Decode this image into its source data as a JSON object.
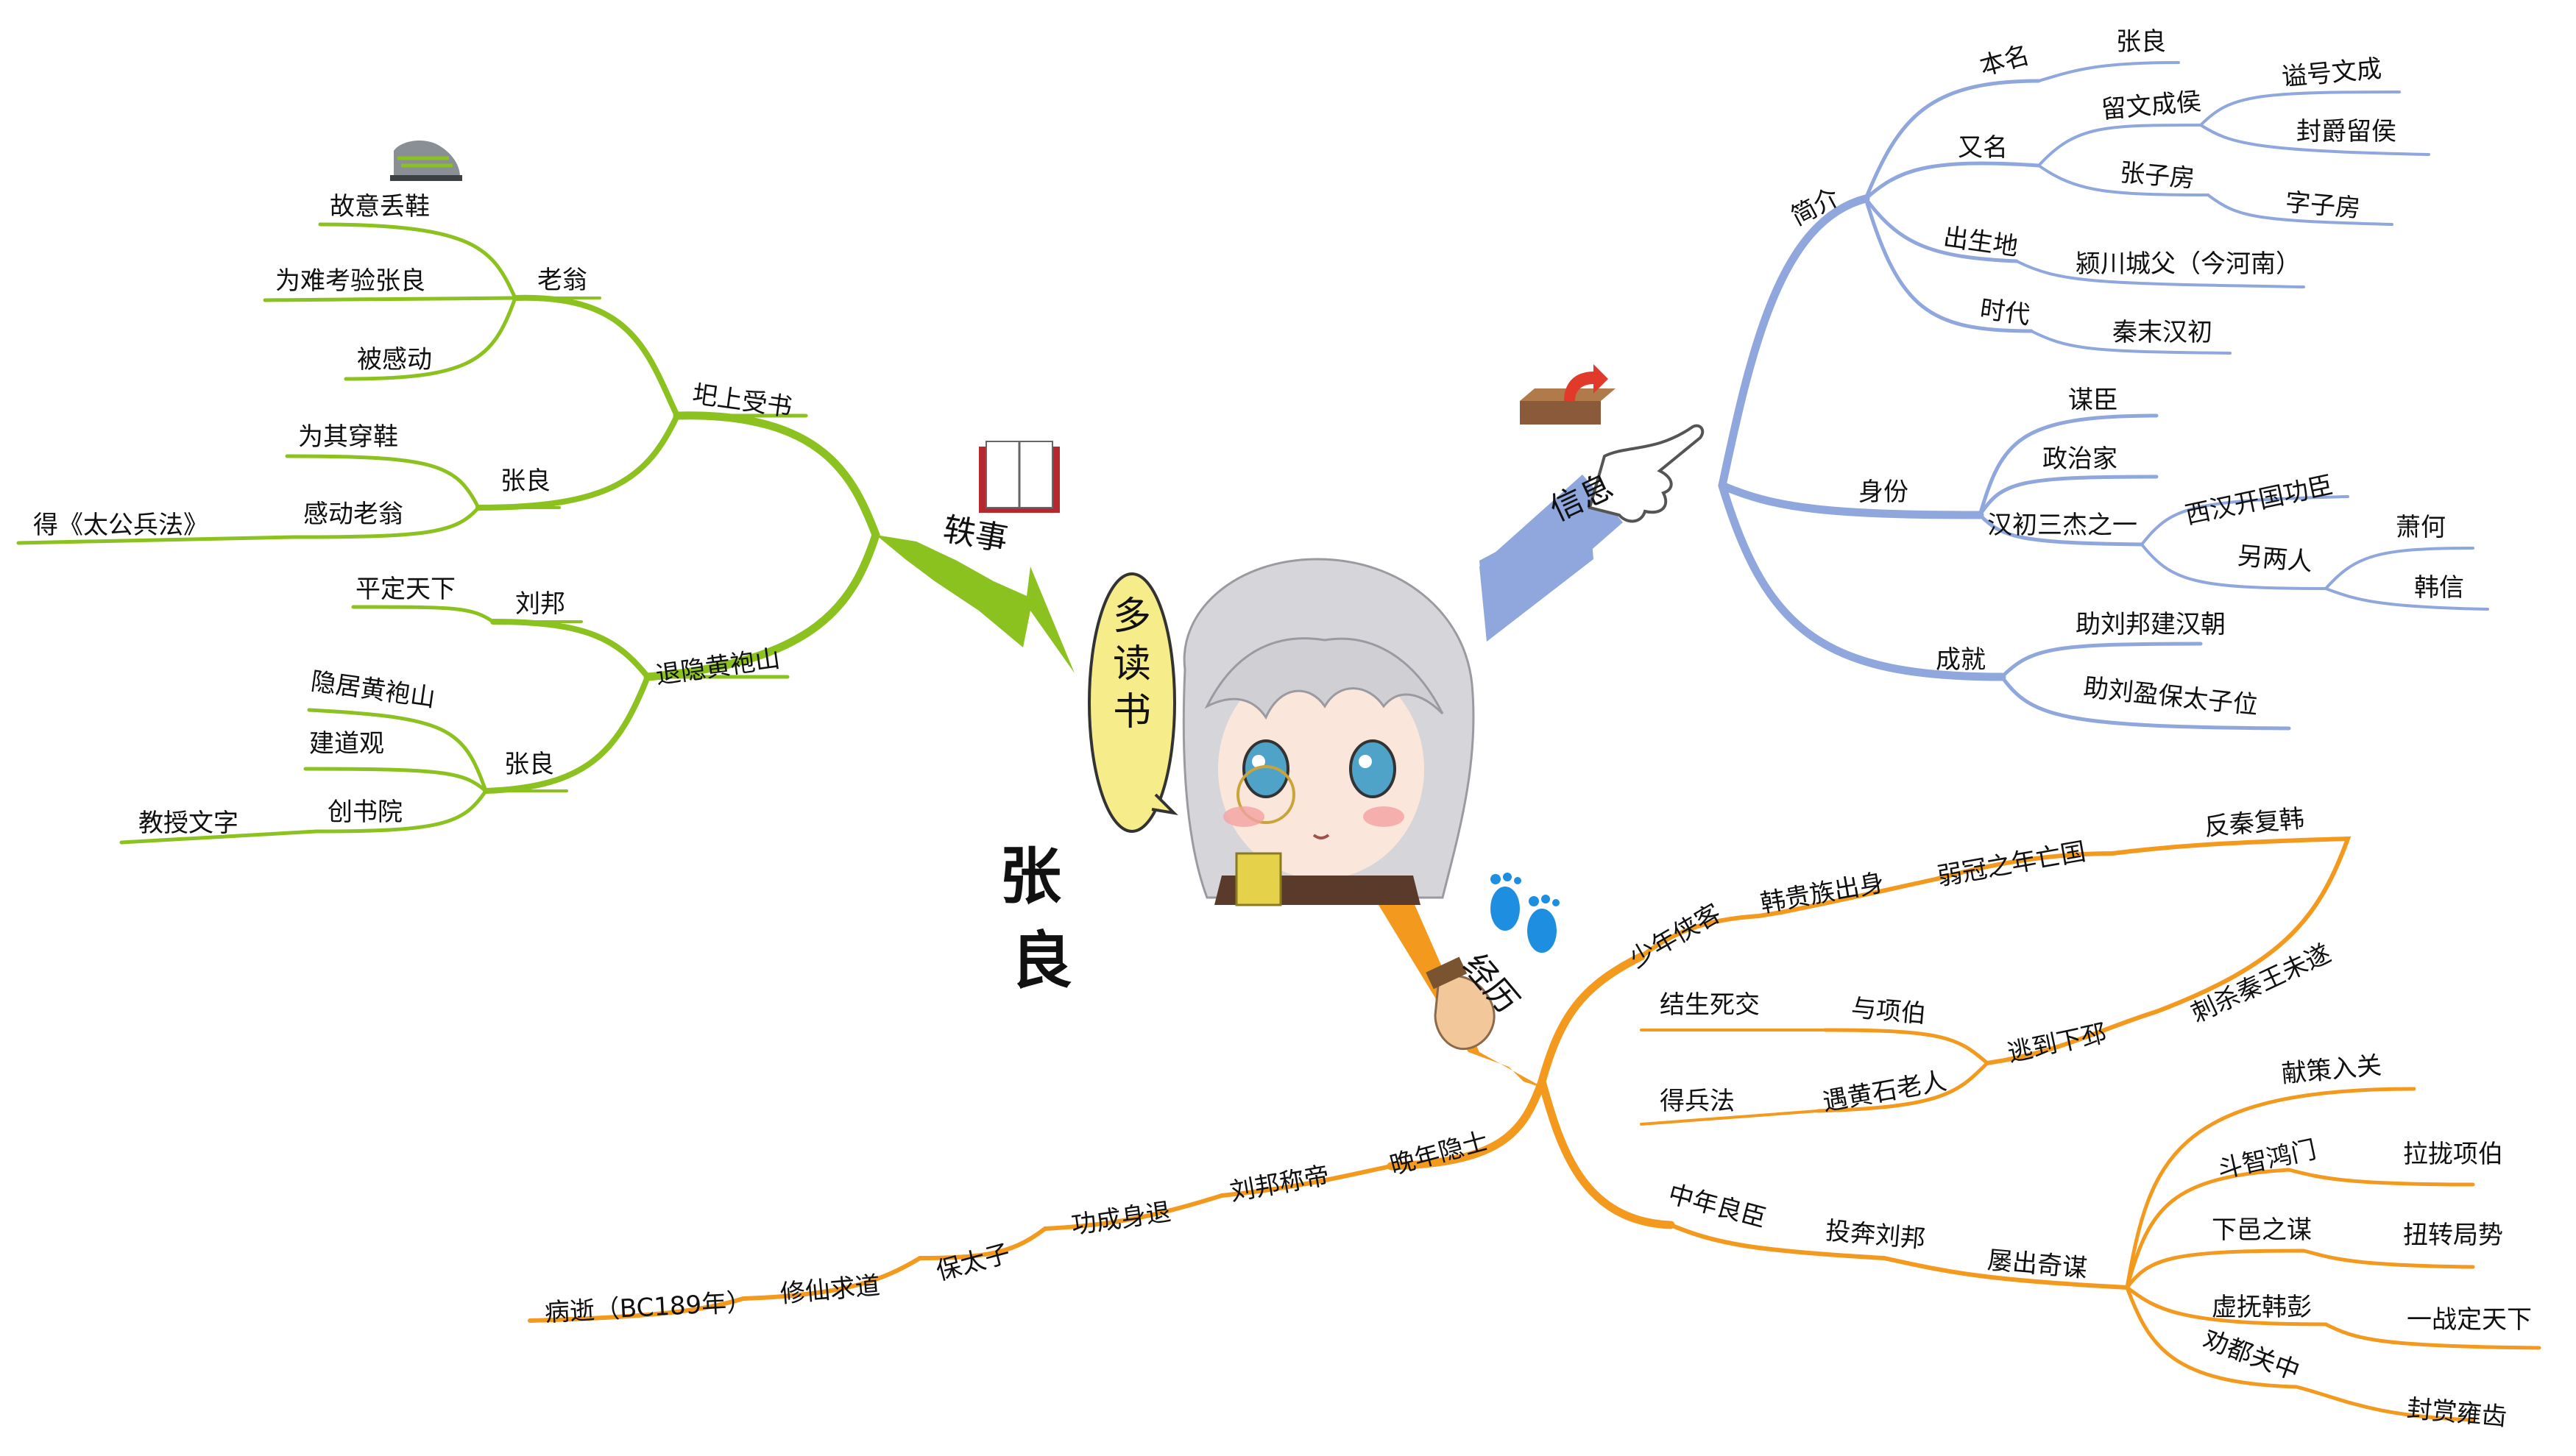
{
  "center": {
    "title_char_1": "张",
    "title_char_2": "良",
    "bubble_1": "多",
    "bubble_2": "读",
    "bubble_3": "书"
  },
  "colors": {
    "green": "#8cc21f",
    "blue": "#8fa7dc",
    "orange": "#f39a1e"
  },
  "branches": {
    "anecdotes": {
      "label": "轶事",
      "icon": "book-icon",
      "sub1": {
        "label": "圯上受书",
        "icon": "shoe-icon",
        "old_man": {
          "label": "老翁",
          "items": [
            "故意丢鞋",
            "为难考验张良",
            "被感动"
          ]
        },
        "zhang_liang": {
          "label": "张良",
          "items": [
            "为其穿鞋",
            "感动老翁"
          ],
          "result": "得《太公兵法》"
        }
      },
      "sub2": {
        "label": "退隐黄袍山",
        "liu_bang": {
          "label": "刘邦",
          "items": [
            "平定天下"
          ]
        },
        "zhang_liang": {
          "label": "张良",
          "items": [
            "隐居黄袍山",
            "建道观",
            "创书院"
          ],
          "result": "教授文字"
        }
      }
    },
    "info": {
      "label": "信息",
      "icon": "pointing-hand-icon",
      "intro": {
        "label": "简介",
        "real_name": {
          "label": "本名",
          "value": "张良"
        },
        "alias": {
          "label": "又名",
          "title": {
            "label": "留文成侯",
            "items": [
              "谥号文成",
              "封爵留侯"
            ]
          },
          "courtesy": {
            "label": "张子房",
            "items": [
              "字子房"
            ]
          }
        },
        "birthplace": {
          "label": "出生地",
          "value": "颍川城父（今河南）"
        },
        "era": {
          "label": "时代",
          "value": "秦末汉初"
        }
      },
      "identity": {
        "label": "身份",
        "items": [
          "谋臣",
          "政治家"
        ],
        "three_heroes": {
          "label": "汉初三杰之一",
          "meritorious": "西汉开国功臣",
          "others": {
            "label": "另两人",
            "items": [
              "萧何",
              "韩信"
            ]
          }
        }
      },
      "achievements": {
        "label": "成就",
        "items": [
          "助刘邦建汉朝",
          "助刘盈保太子位"
        ]
      }
    },
    "experience": {
      "label": "经历",
      "icon": "footprints-icon",
      "youth": {
        "label": "少年侠客",
        "chain": [
          "韩贵族出身",
          "弱冠之年亡国",
          "反秦复韩",
          "刺杀秦王未遂",
          "逃到下邳"
        ],
        "xiang": {
          "label": "与项伯",
          "value": "结生死交"
        },
        "huang": {
          "label": "遇黄石老人",
          "value": "得兵法"
        }
      },
      "middle": {
        "label": "中年良臣",
        "join": "投奔刘邦",
        "plans": {
          "label": "屡出奇谋",
          "items": [
            {
              "label": "献策入关",
              "result": ""
            },
            {
              "label": "斗智鸿门",
              "result": "拉拢项伯"
            },
            {
              "label": "下邑之谋",
              "result": "扭转局势"
            },
            {
              "label": "虚抚韩彭",
              "result": "一战定天下"
            },
            {
              "label": "劝都关中",
              "result": "封赏雍齿"
            }
          ]
        }
      },
      "late": {
        "label": "晚年隐士",
        "chain": [
          "刘邦称帝",
          "功成身退",
          "保太子",
          "修仙求道",
          "病逝（BC189年）"
        ]
      }
    }
  }
}
